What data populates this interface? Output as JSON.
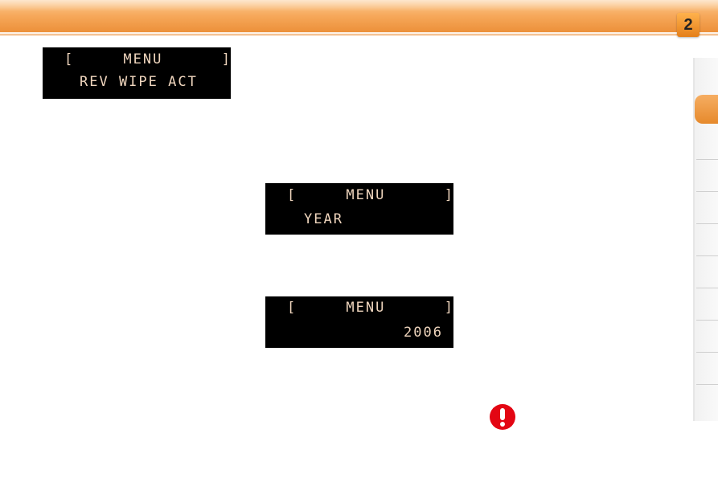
{
  "header": {
    "chapter_number": "2",
    "accent_color": "#f3a04d"
  },
  "displays": {
    "rev_wipe": {
      "line1": "[     MENU      ]",
      "line2": "REV WIPE ACT"
    },
    "year": {
      "line1": "[     MENU      ]",
      "line2": "YEAR"
    },
    "year_value": {
      "line1": "[     MENU      ]",
      "line2": "2006"
    }
  },
  "icons": {
    "warning": "exclamation-icon"
  }
}
